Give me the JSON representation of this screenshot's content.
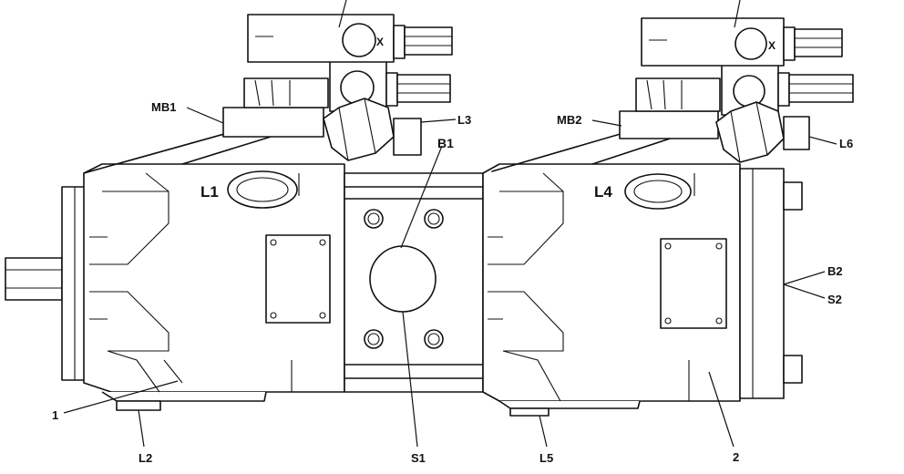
{
  "diagram": {
    "labels": {
      "mb1": "MB1",
      "l3": "L3",
      "mb2": "MB2",
      "l6": "L6",
      "b1": "B1",
      "l1": "L1",
      "l4": "L4",
      "x_left": "X",
      "x_right": "X",
      "b2": "B2",
      "s2": "S2",
      "one": "1",
      "two": "2",
      "l2": "L2",
      "s1": "S1",
      "l5": "L5"
    }
  }
}
